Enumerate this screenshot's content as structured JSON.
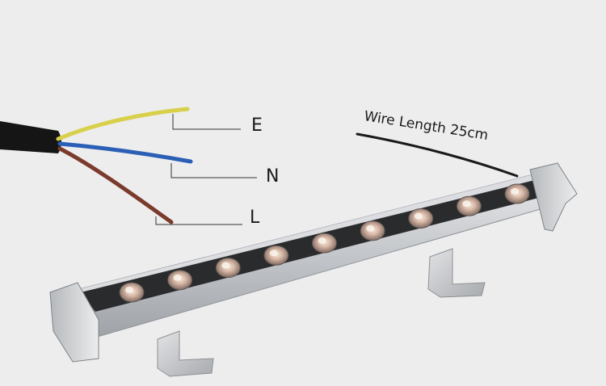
{
  "labels": {
    "earth": "E",
    "neutral": "N",
    "live": "L",
    "wire_length": "Wire Length 25cm"
  },
  "colors": {
    "background": "#ededed",
    "wire_earth": "#d8d04a",
    "wire_neutral": "#2a5fb5",
    "wire_live": "#7a3a2c",
    "cable_jacket": "#151515",
    "housing": "#c9ccd0",
    "led_strip": "#2a2b2d",
    "bracket": "#c4c6c9"
  },
  "product": {
    "led_count": 9
  }
}
